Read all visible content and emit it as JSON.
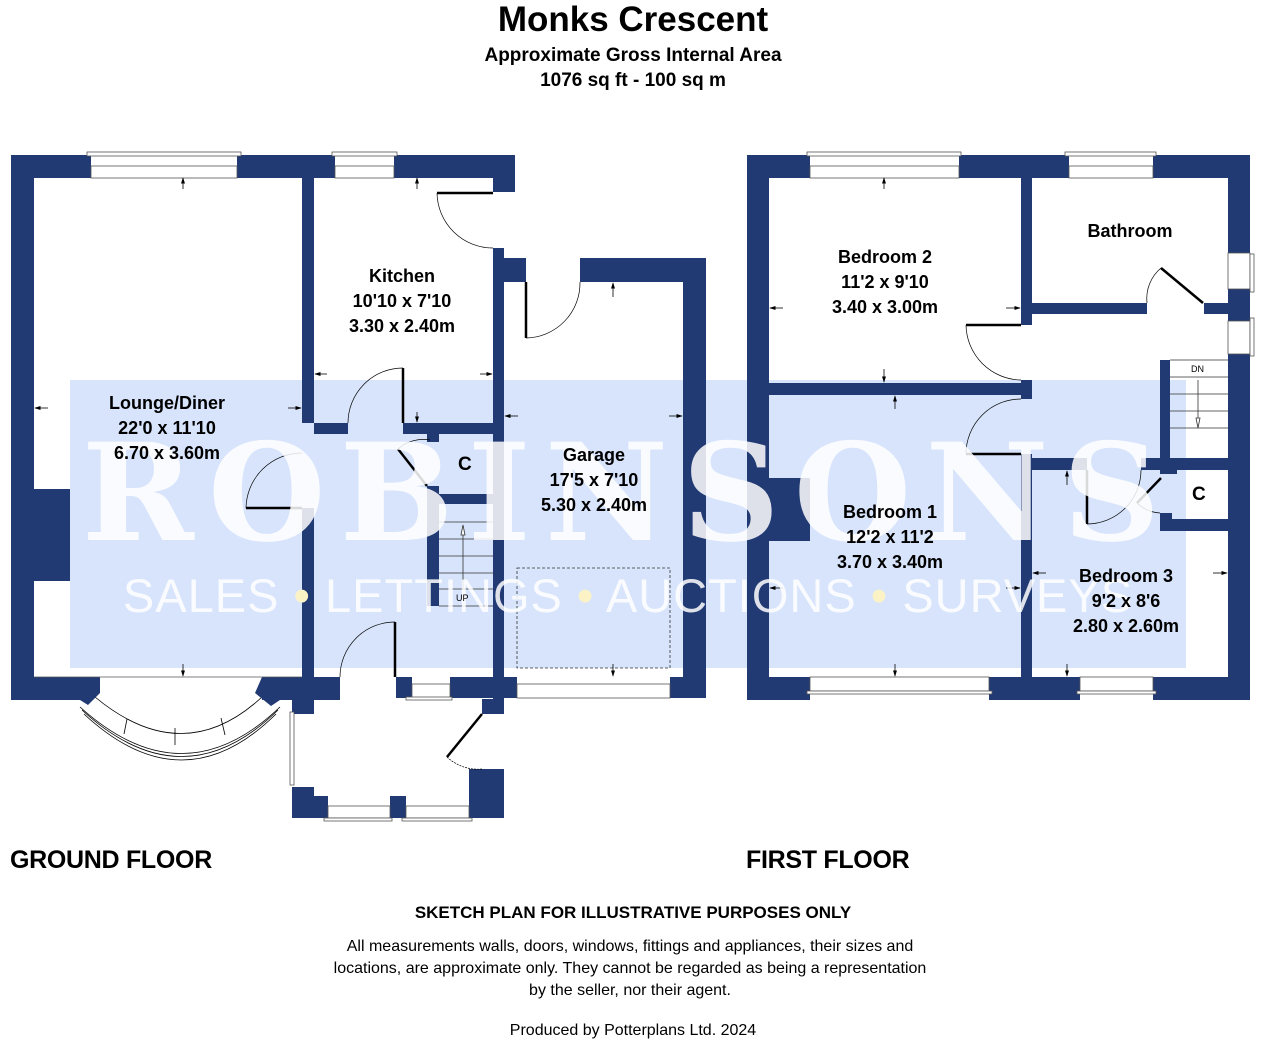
{
  "header": {
    "title": "Monks Crescent",
    "subtitle": "Approximate Gross Internal Area",
    "area": "1076 sq ft - 100 sq m"
  },
  "colors": {
    "wall": "#213a73",
    "watermark_band": "#d7e4fb",
    "watermark_text": "#ffffff",
    "watermark_dot": "#fbf3c6",
    "background": "#ffffff"
  },
  "watermark": {
    "brand": "ROBINSONS",
    "tagline_parts": [
      "SALES",
      "LETTINGS",
      "AUCTIONS",
      "SURVEYS"
    ],
    "separator": "•"
  },
  "ground_floor": {
    "label": "GROUND FLOOR",
    "rooms": [
      {
        "name": "Lounge/Diner",
        "imperial": "22'0 x 11'10",
        "metric": "6.70 x 3.60m"
      },
      {
        "name": "Kitchen",
        "imperial": "10'10 x 7'10",
        "metric": "3.30 x 2.40m"
      },
      {
        "name": "Garage",
        "imperial": "17'5 x 7'10",
        "metric": "5.30 x 2.40m"
      }
    ],
    "cupboard_label": "C",
    "stairs_label": "UP"
  },
  "first_floor": {
    "label": "FIRST FLOOR",
    "rooms": [
      {
        "name": "Bedroom 2",
        "imperial": "11'2 x 9'10",
        "metric": "3.40 x 3.00m"
      },
      {
        "name": "Bathroom"
      },
      {
        "name": "Bedroom 1",
        "imperial": "12'2 x 11'2",
        "metric": "3.70 x 3.40m"
      },
      {
        "name": "Bedroom 3",
        "imperial": "9'2 x 8'6",
        "metric": "2.80 x 2.60m"
      }
    ],
    "cupboard_label": "C",
    "stairs_label": "DN"
  },
  "footer": {
    "heading": "SKETCH PLAN FOR ILLUSTRATIVE PURPOSES ONLY",
    "disclaimer": "All measurements walls, doors, windows, fittings and appliances, their sizes and locations, are approximate only. They cannot be regarded as being a representation by the seller, nor their agent.",
    "producer": "Produced by Potterplans Ltd. 2024"
  }
}
